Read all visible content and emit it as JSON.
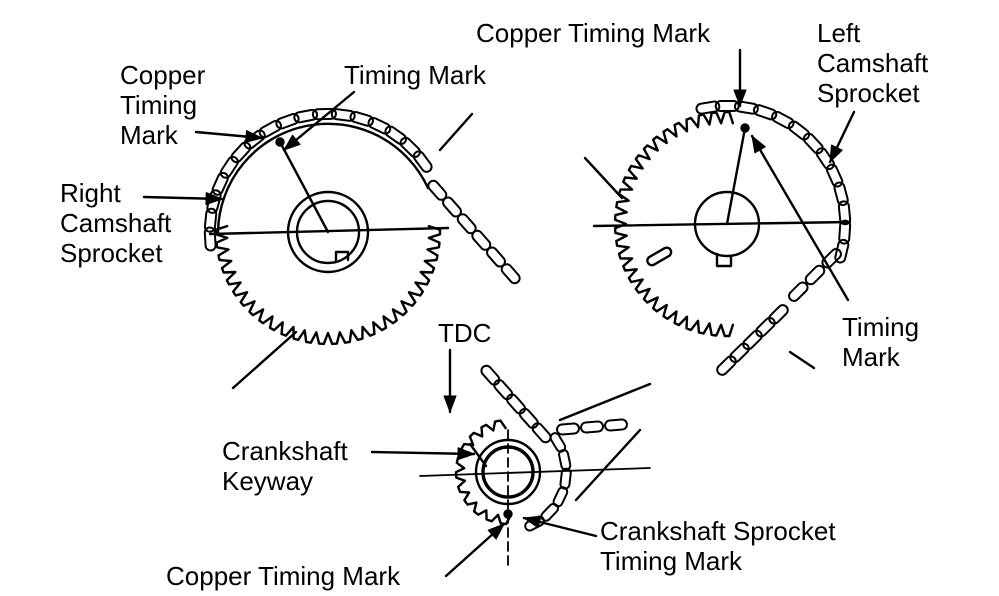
{
  "labels": {
    "copper_timing_mark_right_cam": "Copper Timing Mark",
    "left_camshaft_sprocket": [
      "Left",
      "Camshaft",
      "Sprocket"
    ],
    "copper_timing_mark_left_cam": [
      "Copper",
      "Timing",
      "Mark"
    ],
    "timing_mark_left_cam": "Timing Mark",
    "right_camshaft_sprocket": [
      "Right",
      "Camshaft",
      "Sprocket"
    ],
    "timing_mark_right_cam": [
      "Timing",
      "Mark"
    ],
    "tdc": "TDC",
    "crankshaft_keyway": [
      "Crankshaft",
      "Keyway"
    ],
    "crankshaft_sprocket_timing_mark": [
      "Crankshaft Sprocket",
      "Timing Mark"
    ],
    "copper_timing_mark_crank": "Copper Timing Mark"
  }
}
